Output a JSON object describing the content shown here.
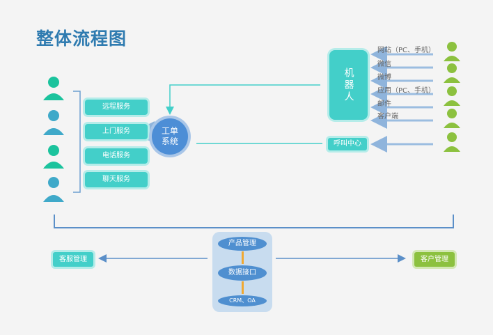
{
  "title": "整体流程图",
  "services": [
    "远程服务",
    "上门服务",
    "电话服务",
    "聊天服务"
  ],
  "ticket_system": [
    "工单",
    "系统"
  ],
  "robot": "机器人",
  "call_center": "呼叫中心",
  "channels": [
    "网站（PC、手机）",
    "微信",
    "微博",
    "应用（PC、手机）",
    "邮件",
    "客户端"
  ],
  "hub": {
    "top": "产品管理",
    "middle": "数据接口",
    "bottom": "CRM、OA"
  },
  "service_mgmt": "客服管理",
  "customer_mgmt": "客户管理",
  "colors": {
    "teal": "#43cfc9",
    "blue": "#4d8ed6",
    "green": "#8cc13f",
    "title": "#2f7bb0"
  }
}
